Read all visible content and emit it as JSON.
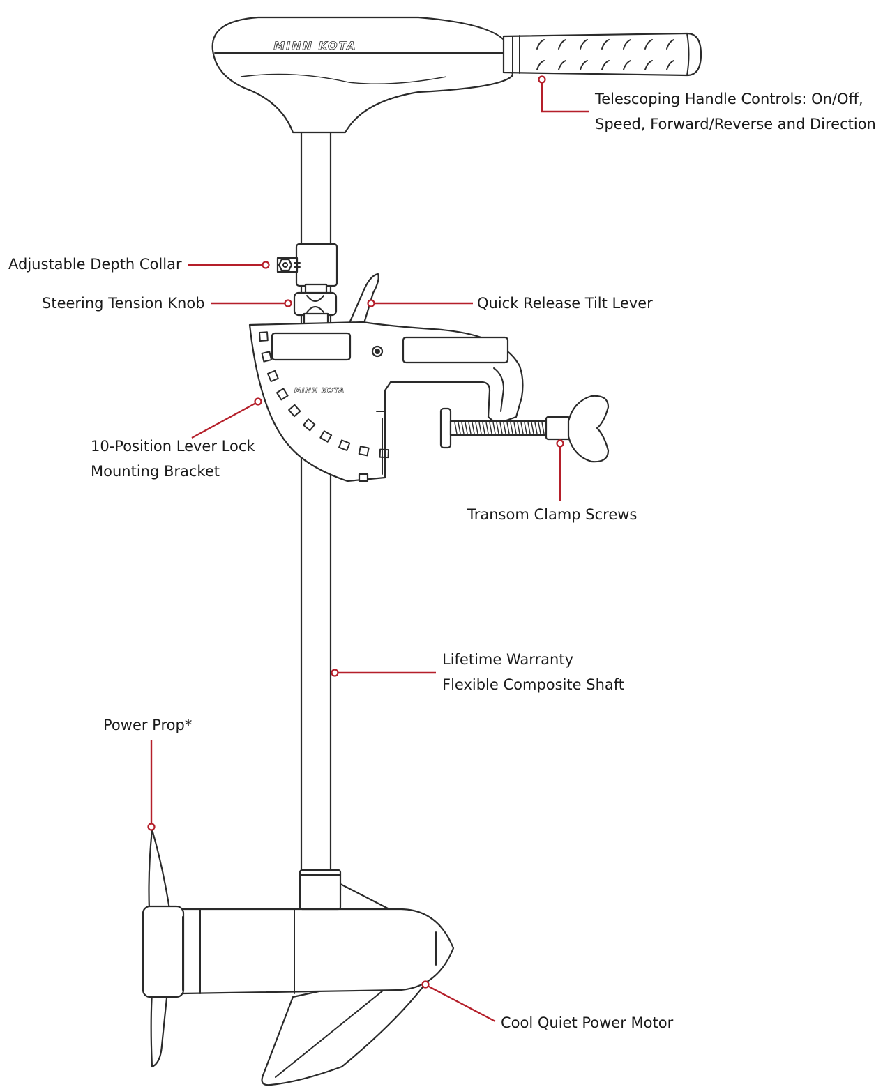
{
  "brand_text": "MINN KOTA",
  "accent_color": "#b51f2a",
  "callouts": {
    "handle": {
      "line1": "Telescoping Handle Controls: On/Off,",
      "line2": "Speed, Forward/Reverse and Direction"
    },
    "depth_collar": {
      "text": "Adjustable Depth Collar"
    },
    "steering_knob": {
      "text": "Steering Tension Knob"
    },
    "tilt_lever": {
      "text": "Quick Release Tilt Lever"
    },
    "bracket": {
      "line1": "10-Position Lever Lock",
      "line2": "Mounting Bracket"
    },
    "clamp_screws": {
      "text": "Transom Clamp Screws"
    },
    "shaft": {
      "line1": "Lifetime Warranty",
      "line2": "Flexible Composite Shaft"
    },
    "prop": {
      "text": "Power Prop*"
    },
    "motor": {
      "text": "Cool Quiet Power Motor"
    }
  }
}
